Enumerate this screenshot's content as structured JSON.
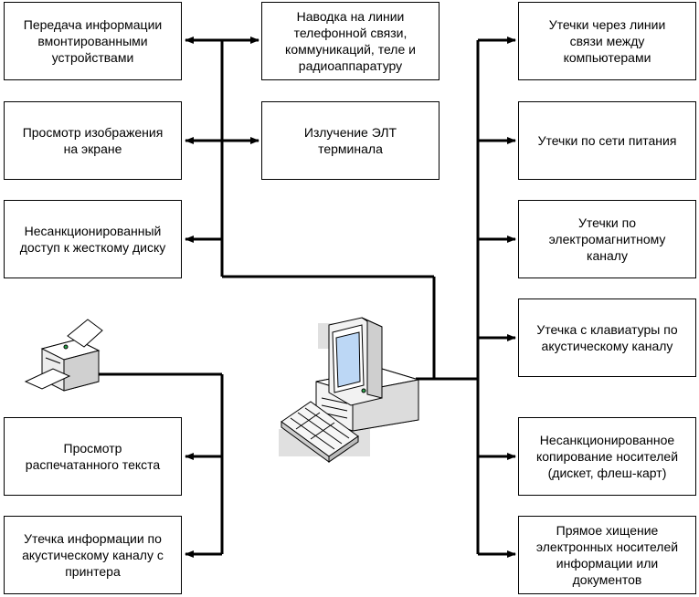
{
  "left_boxes": [
    {
      "id": "embedded",
      "text": "Передача информации\nвмонтированными\nустройствами"
    },
    {
      "id": "screen-view",
      "text": "Просмотр изображения\nна экране"
    },
    {
      "id": "hdd-access",
      "text": "Несанкционированный\nдоступ к жесткому диску"
    }
  ],
  "center_boxes": [
    {
      "id": "induction",
      "text": "Наводка на линии\nтелефонной связи,\nкоммуникаций, теле и\nрадиоаппаратуру"
    },
    {
      "id": "crt",
      "text": "Излучение ЭЛТ\nтерминала"
    }
  ],
  "printer_boxes": [
    {
      "id": "print-view",
      "text": "Просмотр\nраспечатанного текста"
    },
    {
      "id": "printer-acoustic",
      "text": "Утечка информации по\nакустическому каналу с\nпринтера"
    }
  ],
  "right_boxes": [
    {
      "id": "network",
      "text": "Утечки через линии\nсвязи между\nкомпьютерами"
    },
    {
      "id": "power",
      "text": "Утечки по сети питания"
    },
    {
      "id": "em",
      "text": "Утечки по\nэлектромагнитному\nканалу"
    },
    {
      "id": "keyboard",
      "text": "Утечка с клавиатуры по\nакустическому каналу"
    },
    {
      "id": "media-copy",
      "text": "Несанкционированное\nкопирование носителей\n(дискет, флеш-карт)"
    },
    {
      "id": "theft",
      "text": "Прямое хищение\nэлектронных носителей\nинформации или\nдокументов"
    }
  ],
  "icons": {
    "computer": "computer-icon",
    "printer": "printer-icon"
  }
}
